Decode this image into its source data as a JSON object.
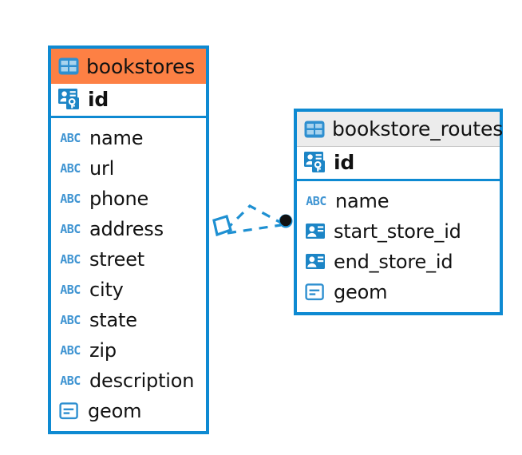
{
  "diagram": {
    "type": "entity-relationship-diagram",
    "background_color": "#ffffff",
    "accent_color": "#0e8ad2",
    "highlight_color": "#fd8044",
    "header_gray": "#ececec"
  },
  "tables": [
    {
      "name": "bookstores",
      "header_style": "orange",
      "table_icon": "table-icon",
      "primary_key": {
        "label": "id",
        "icon": "primary-key-icon"
      },
      "fields": [
        {
          "label": "name",
          "icon": "abc-text-icon",
          "icon_text": "ABC"
        },
        {
          "label": "url",
          "icon": "abc-text-icon",
          "icon_text": "ABC"
        },
        {
          "label": "phone",
          "icon": "abc-text-icon",
          "icon_text": "ABC"
        },
        {
          "label": "address",
          "icon": "abc-text-icon",
          "icon_text": "ABC"
        },
        {
          "label": "street",
          "icon": "abc-text-icon",
          "icon_text": "ABC"
        },
        {
          "label": "city",
          "icon": "abc-text-icon",
          "icon_text": "ABC"
        },
        {
          "label": "state",
          "icon": "abc-text-icon",
          "icon_text": "ABC"
        },
        {
          "label": "zip",
          "icon": "abc-text-icon",
          "icon_text": "ABC"
        },
        {
          "label": "description",
          "icon": "abc-text-icon",
          "icon_text": "ABC"
        },
        {
          "label": "geom",
          "icon": "geometry-icon",
          "icon_text": ""
        }
      ]
    },
    {
      "name": "bookstore_routes",
      "header_style": "gray",
      "table_icon": "table-icon",
      "primary_key": {
        "label": "id",
        "icon": "primary-key-icon"
      },
      "fields": [
        {
          "label": "name",
          "icon": "abc-text-icon",
          "icon_text": "ABC"
        },
        {
          "label": "start_store_id",
          "icon": "foreign-key-icon",
          "icon_text": ""
        },
        {
          "label": "end_store_id",
          "icon": "foreign-key-icon",
          "icon_text": ""
        },
        {
          "label": "geom",
          "icon": "geometry-icon",
          "icon_text": ""
        }
      ]
    }
  ],
  "relationship": {
    "style": "dashed",
    "color": "#1e90d2",
    "source_marker": "diamond-marker",
    "target_marker": "filled-circle-marker"
  }
}
